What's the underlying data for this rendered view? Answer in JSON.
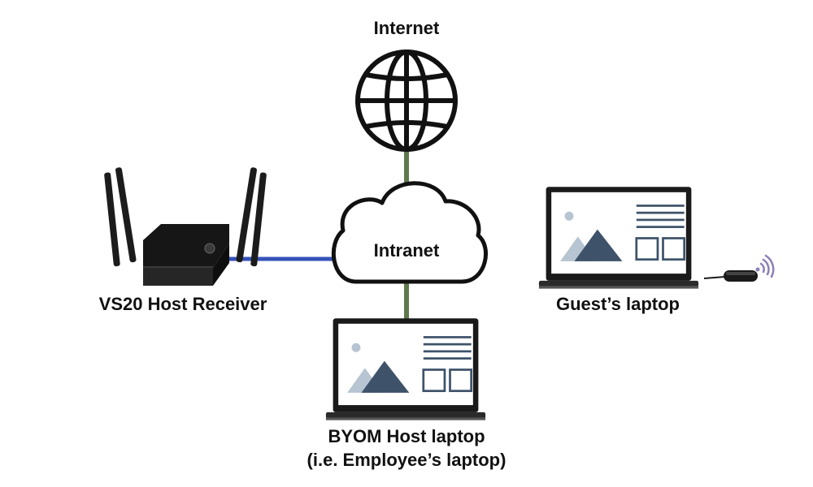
{
  "labels": {
    "internet": "Internet",
    "intranet": "Intranet",
    "host_receiver": "VS20 Host Receiver",
    "guest_laptop": "Guest’s laptop",
    "byom_line1": "BYOM Host laptop",
    "byom_line2": "(i.e. Employee’s laptop)"
  },
  "colors": {
    "wired_link_green": "#5e7a4c",
    "wired_link_blue": "#3552b8",
    "wireless_signal": "#8d80b8",
    "screen_dark": "#3e536a",
    "screen_light": "#b7c4d1"
  }
}
